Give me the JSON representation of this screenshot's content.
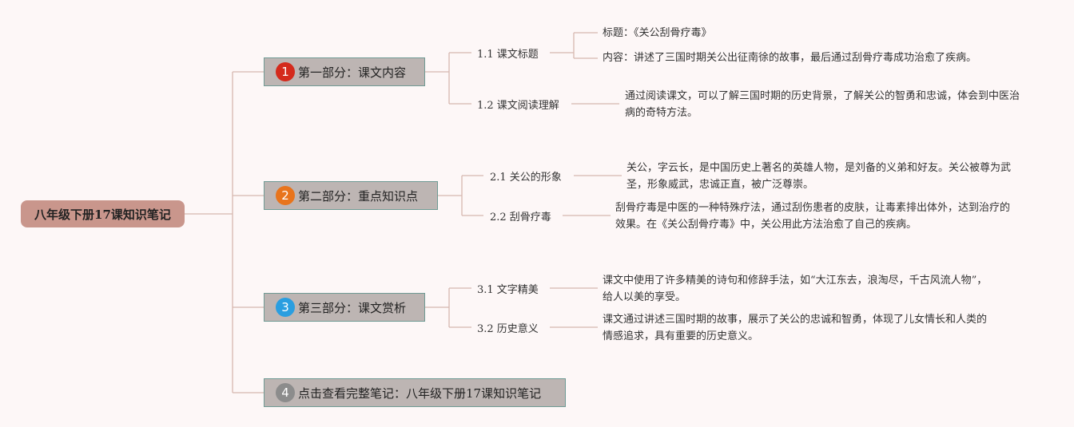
{
  "root": {
    "title": "八年级下册17课知识笔记"
  },
  "colors": {
    "line": "#d6b7b0",
    "root_bg": "#c9968c",
    "node_bg": "#bdb5b3",
    "node_border": "#6f9a94"
  },
  "sections": [
    {
      "badge": "1",
      "badge_color": "#d42a1c",
      "title": "第一部分：课文内容",
      "subs": [
        {
          "label": "1.1 课文标题",
          "leaves": [
            "标题：《关公刮骨疗毒》",
            "内容：讲述了三国时期关公出征南徐的故事，最后通过刮骨疗毒成功治愈了疾病。"
          ]
        },
        {
          "label": "1.2 课文阅读理解",
          "leaves": [
            "通过阅读课文，可以了解三国时期的历史背景，了解关公的智勇和忠诚，体会到中医治病的奇特方法。"
          ]
        }
      ]
    },
    {
      "badge": "2",
      "badge_color": "#e8741c",
      "title": "第二部分：重点知识点",
      "subs": [
        {
          "label": "2.1 关公的形象",
          "leaves": [
            "关公，字云长，是中国历史上著名的英雄人物，是刘备的义弟和好友。关公被尊为武圣，形象威武，忠诚正直，被广泛尊崇。"
          ]
        },
        {
          "label": "2.2 刮骨疗毒",
          "leaves": [
            "刮骨疗毒是中医的一种特殊疗法，通过刮伤患者的皮肤，让毒素排出体外，达到治疗的效果。在《关公刮骨疗毒》中，关公用此方法治愈了自己的疾病。"
          ]
        }
      ]
    },
    {
      "badge": "3",
      "badge_color": "#2a9ee0",
      "title": "第三部分：课文赏析",
      "subs": [
        {
          "label": "3.1 文字精美",
          "leaves": [
            "课文中使用了许多精美的诗句和修辞手法，如“大江东去，浪淘尽，千古风流人物”，给人以美的享受。"
          ]
        },
        {
          "label": "3.2 历史意义",
          "leaves": [
            "课文通过讲述三国时期的故事，展示了关公的忠诚和智勇，体现了儿女情长和人类的情感追求，具有重要的历史意义。"
          ]
        }
      ]
    },
    {
      "badge": "4",
      "badge_color": "#8c8c8c",
      "title": "点击查看完整笔记：八年级下册17课知识笔记",
      "subs": []
    }
  ]
}
